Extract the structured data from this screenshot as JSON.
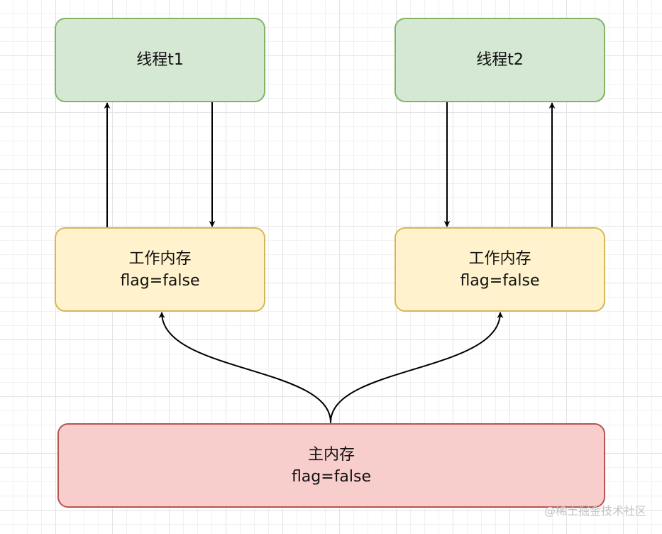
{
  "nodes": {
    "thread1": {
      "label": "线程t1"
    },
    "thread2": {
      "label": "线程t2"
    },
    "work1": {
      "title": "工作内存",
      "value": "flag=false"
    },
    "work2": {
      "title": "工作内存",
      "value": "flag=false"
    },
    "main_memory": {
      "title": "主内存",
      "value": "flag=false"
    }
  },
  "colors": {
    "thread_fill": "#d5e8d4",
    "thread_border": "#82b366",
    "work_fill": "#fff2cc",
    "work_border": "#d6b656",
    "main_fill": "#f8cecc",
    "main_border": "#b85450",
    "edge": "#000000"
  },
  "watermark": "@稀土掘金技术社区"
}
